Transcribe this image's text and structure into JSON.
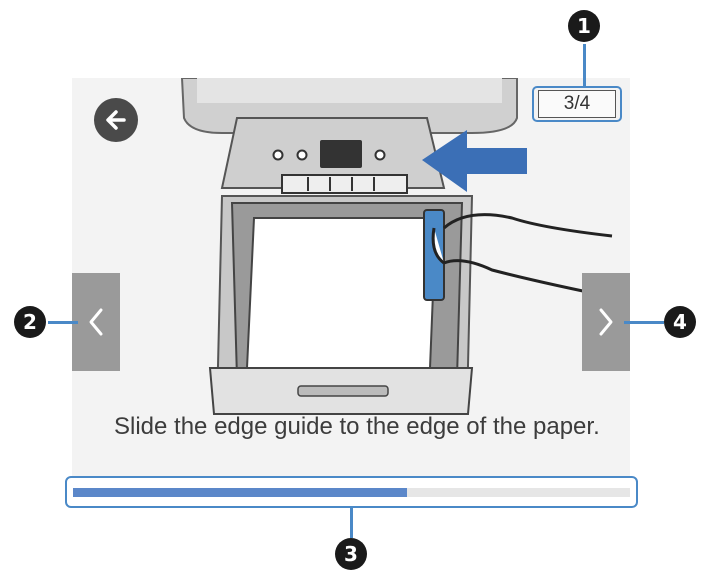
{
  "screen": {
    "page_indicator": "3/4",
    "instruction": "Slide the edge guide to the edge of the paper.",
    "progress": 0.6
  },
  "icons": {
    "back": "arrow-left-icon",
    "prev": "chevron-left-icon",
    "next": "chevron-right-icon"
  },
  "callouts": {
    "page_indicator": "1",
    "prev_button": "2",
    "progress_bar": "3",
    "next_button": "4"
  },
  "colors": {
    "callout_outline": "#4a89c7",
    "progress_fill": "#5b87c9",
    "nav_button": "#9a9a9a",
    "screen_background": "#f3f3f3"
  }
}
